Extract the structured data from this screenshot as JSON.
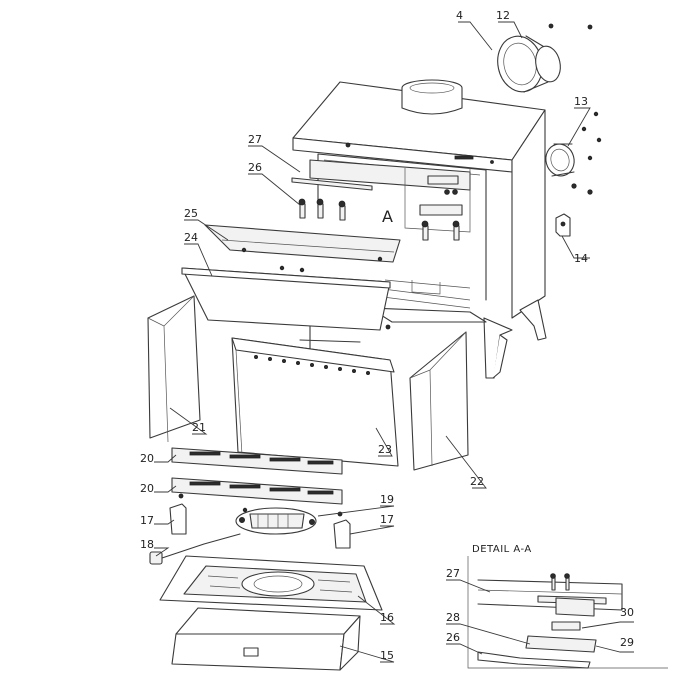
{
  "section_marker": "A",
  "detail_title": "DETAIL A-A",
  "labels": {
    "p4": "4",
    "p12": "12",
    "p13": "13",
    "p14": "14",
    "p27": "27",
    "p26": "26",
    "p25": "25",
    "p24": "24",
    "p21": "21",
    "p22": "22",
    "p23": "23",
    "p20a": "20",
    "p20b": "20",
    "p19": "19",
    "p17a": "17",
    "p17b": "17",
    "p18": "18",
    "p16": "16",
    "p15": "15",
    "d27": "27",
    "d28": "28",
    "d26": "26",
    "d29": "29",
    "d30": "30"
  }
}
